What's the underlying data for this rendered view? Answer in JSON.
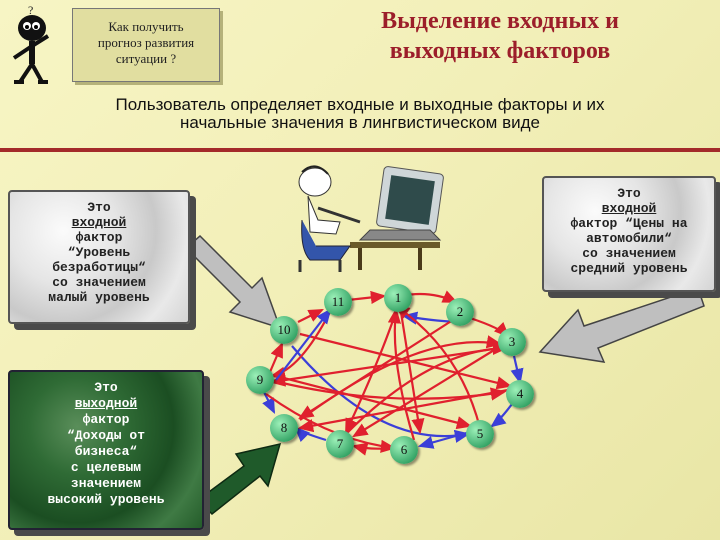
{
  "callout": {
    "lines": [
      "Как получить",
      "прогноз развития",
      "ситуации ?"
    ]
  },
  "title": {
    "lines": [
      "Выделение входных и",
      "выходных факторов"
    ]
  },
  "subtitle": {
    "lines": [
      "Пользователь определяет входные и выходные факторы и их",
      "начальные значения в лингвистическом виде"
    ]
  },
  "left_box": {
    "lines": [
      "Это",
      "входной",
      "фактор",
      "“Уровень",
      "безработицы“",
      "со значением",
      "малый уровень"
    ]
  },
  "right_box": {
    "lines": [
      "Это",
      "входной",
      "фактор “Цены на",
      "автомобили“",
      "со значением",
      "средний уровень"
    ]
  },
  "output_box": {
    "lines": [
      "Это",
      "выходной",
      "фактор",
      "“Доходы от",
      "бизнеса“",
      "с целевым",
      "значением",
      "высокий уровень"
    ]
  },
  "nodes": [
    "1",
    "2",
    "3",
    "4",
    "5",
    "6",
    "7",
    "8",
    "9",
    "10",
    "11"
  ],
  "colors": {
    "title": "#9c1e2a",
    "rule": "#a32a2a",
    "edge_red": "#e0202e",
    "edge_blue": "#3b3fd8",
    "node": "#3aa86a"
  }
}
